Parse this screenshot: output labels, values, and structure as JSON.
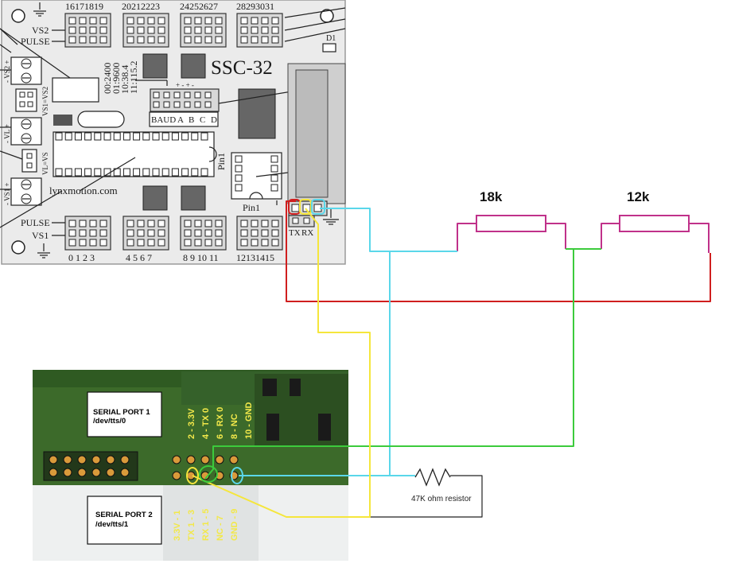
{
  "ssc32": {
    "title": "SSC-32",
    "top_pin_groups": [
      "16171819",
      "20212223",
      "24252627",
      "28293031"
    ],
    "bottom_pin_groups": [
      "0 1 2 3",
      "4 5 6 7",
      "8 9 10 11",
      "12131415"
    ],
    "label_vs2": "VS2",
    "label_pulse_top": "PULSE",
    "label_pulse_bottom": "PULSE",
    "label_vs1": "VS1",
    "label_d1": "D1",
    "baud_table": [
      "00:2400",
      "01:9600",
      "10:38.4",
      "11:115.2"
    ],
    "baud_header": [
      "BAUD",
      "A",
      "B",
      "C",
      "D"
    ],
    "jumper_polarity": "+ - + -",
    "label_vs2_term": "- VS2 +",
    "label_vs1_eq_vs2": "VS1=VS2",
    "label_vl_term": "- VL +",
    "label_vl_eq_vs": "VL=VS",
    "label_vs1_term": "- VS1 +",
    "label_pin1_right": "Pin1",
    "label_pin1_bottom": "Pin1",
    "label_lynxmotion": "lynxmotion.com",
    "label_tx": "TX",
    "label_rx": "RX"
  },
  "resistors": {
    "r1_label": "18k",
    "r2_label": "12k",
    "r3_label": "47K ohm resistor"
  },
  "serial_board": {
    "port1_title": "SERIAL PORT 1",
    "port1_dev": "/dev/tts/0",
    "port2_title": "SERIAL PORT 2",
    "port2_dev": "/dev/tts/1",
    "port1_pins": [
      "2 - 3.3V",
      "4 - TX 0",
      "6 - RX 0",
      "8 - NC",
      "10 - GND"
    ],
    "port2_pins": [
      "3.3V - 1",
      "TX 1 - 3",
      "RX 1 - 5",
      "NC - 7",
      "GND - 9"
    ]
  },
  "colors": {
    "wire_red": "#d01f1f",
    "wire_yellow": "#f5e63c",
    "wire_cyan": "#5ad7ea",
    "wire_green": "#3ccb3c",
    "wire_black": "#222222",
    "resistor_pink": "#c0318a"
  }
}
